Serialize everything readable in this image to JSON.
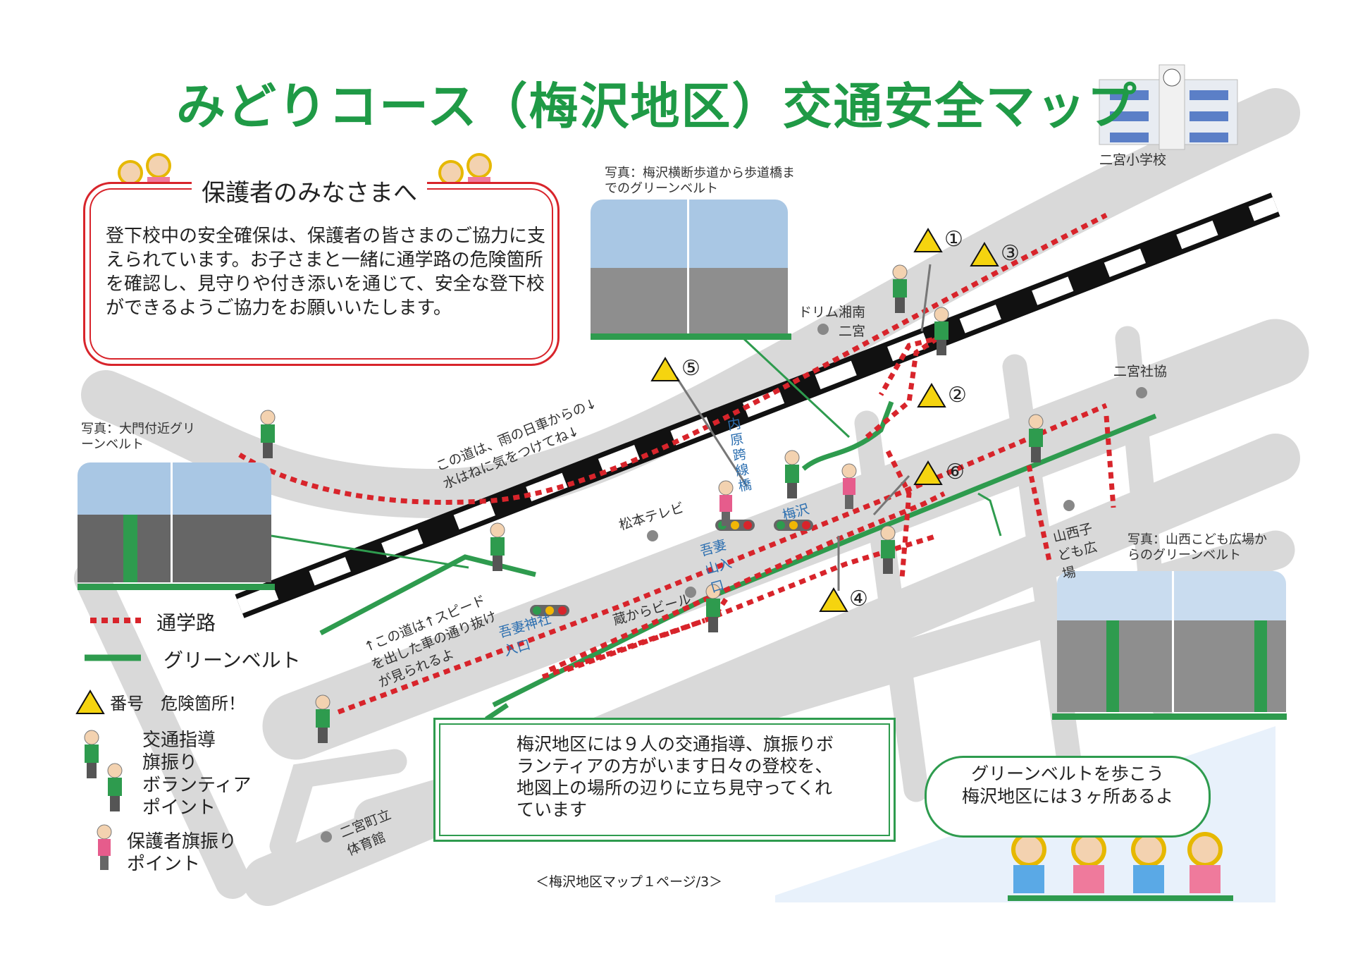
{
  "title": "みどりコース（梅沢地区）交通安全マップ",
  "notice": {
    "heading": "保護者のみなさまへ",
    "body": "登下校中の安全確保は、保護者の皆さまのご協力に支えられています。お子さまと一緒に通学路の危険箇所を確認し、見守りや付き添いを通じて、安全な登下校ができるようご協力をお願いいたします。"
  },
  "places": {
    "school": "二宮小学校",
    "dorimu": "ドリム湘南\n二宮",
    "shakyo": "二宮社協",
    "matsumoto": "松本テレビ",
    "kurakara": "蔵からビール",
    "yamanishi": "山西子ども広場",
    "gym": "二宮町立体育館",
    "uchihara": "内原跨線橋",
    "umesawa_signal": "梅沢",
    "azumayama": "吾妻山入口",
    "azuma_shrine": "吾妻神社入口"
  },
  "road_notes": {
    "rain": "この道は、雨の日車からの↓水はねに気をつけてね↓",
    "speed": "↑この道は↑スピードを出した車の通り抜けが見られるよ"
  },
  "photos": {
    "top": "写真：梅沢横断歩道から歩道橋までのグリーンベルト",
    "left": "写真：大門付近グリーンベルト",
    "right": "写真：山西こども広場からのグリーンベルト"
  },
  "hazards": [
    "①",
    "②",
    "③",
    "④",
    "⑤",
    "⑥"
  ],
  "legend": {
    "route": "通学路",
    "green": "グリーンベルト",
    "hazard": "番号　危険箇所！",
    "guard": "交通指導\n旗振り\nボランティア\nポイント",
    "parent": "保護者旗振り\nポイント"
  },
  "volunteer": "梅沢地区には９人の交通指導、旗振りボランティアの方がいます日々の登校を、地図上の場所の辺りに立ち見守ってくれています",
  "bubble": "グリーンベルトを歩こう\n梅沢地区には３ヶ所あるよ",
  "footer": "＜梅沢地区マップ１ページ/3＞",
  "colors": {
    "title": "#1f9a46",
    "route": "#d8242b",
    "green": "#2e9b4e",
    "road": "#d9d9d9"
  },
  "icons": [
    "school-building-icon",
    "warning-icon",
    "traffic-light-icon",
    "volunteer-guard-icon",
    "parent-flag-icon",
    "children-icon"
  ]
}
